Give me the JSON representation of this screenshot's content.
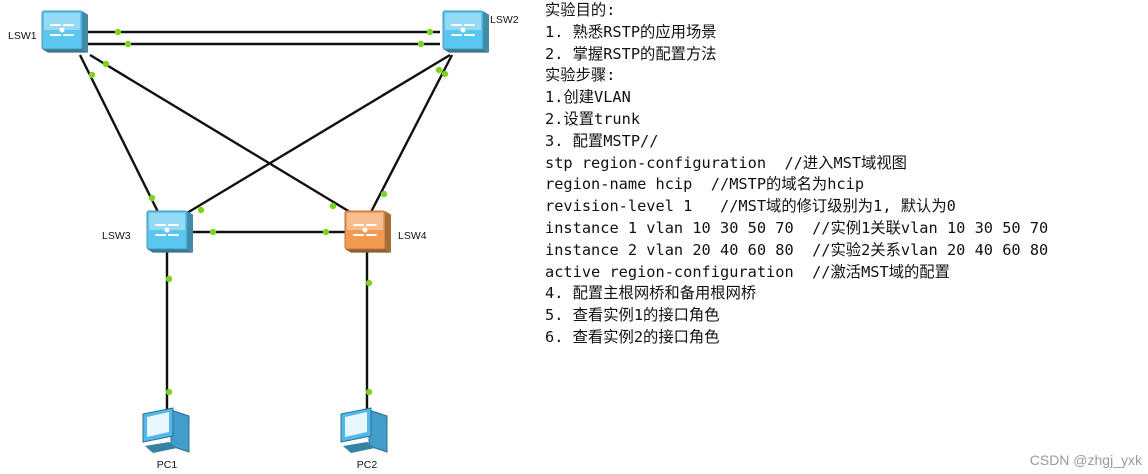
{
  "topology": {
    "devices": [
      {
        "id": "lsw1",
        "label": "LSW1",
        "kind": "switch",
        "color": "#5bc6f0"
      },
      {
        "id": "lsw2",
        "label": "LSW2",
        "kind": "switch",
        "color": "#5bc6f0"
      },
      {
        "id": "lsw3",
        "label": "LSW3",
        "kind": "switch",
        "color": "#5bc6f0"
      },
      {
        "id": "lsw4",
        "label": "LSW4",
        "kind": "switch",
        "color": "#f29a52"
      },
      {
        "id": "pc1",
        "label": "PC1",
        "kind": "pc",
        "color": "#4fb8ec"
      },
      {
        "id": "pc2",
        "label": "PC2",
        "kind": "pc",
        "color": "#4fb8ec"
      }
    ],
    "links": [
      {
        "from": "lsw1",
        "to": "lsw2"
      },
      {
        "from": "lsw1",
        "to": "lsw2"
      },
      {
        "from": "lsw1",
        "to": "lsw3"
      },
      {
        "from": "lsw1",
        "to": "lsw4"
      },
      {
        "from": "lsw2",
        "to": "lsw3"
      },
      {
        "from": "lsw2",
        "to": "lsw4"
      },
      {
        "from": "lsw3",
        "to": "lsw4"
      },
      {
        "from": "lsw3",
        "to": "pc1"
      },
      {
        "from": "lsw4",
        "to": "pc2"
      }
    ],
    "port_color": "#7ed321",
    "link_color": "#111111"
  },
  "notes": {
    "lines": [
      "实验目的:",
      "1. 熟悉RSTP的应用场景",
      "2. 掌握RSTP的配置方法",
      "实验步骤:",
      "1.创建VLAN",
      "2.设置trunk",
      "3. 配置MSTP//",
      "stp region-configuration  //进入MST域视图",
      "region-name hcip  //MSTP的域名为hcip",
      "revision-level 1   //MST域的修订级别为1, 默认为0",
      "instance 1 vlan 10 30 50 70  //实例1关联vlan 10 30 50 70",
      "instance 2 vlan 20 40 60 80  //实验2关系vlan 20 40 60 80",
      "active region-configuration  //激活MST域的配置",
      "4. 配置主根网桥和备用根网桥",
      "5. 查看实例1的接口角色",
      "6. 查看实例2的接口角色"
    ]
  },
  "watermark": "CSDN @zhgj_yxk"
}
